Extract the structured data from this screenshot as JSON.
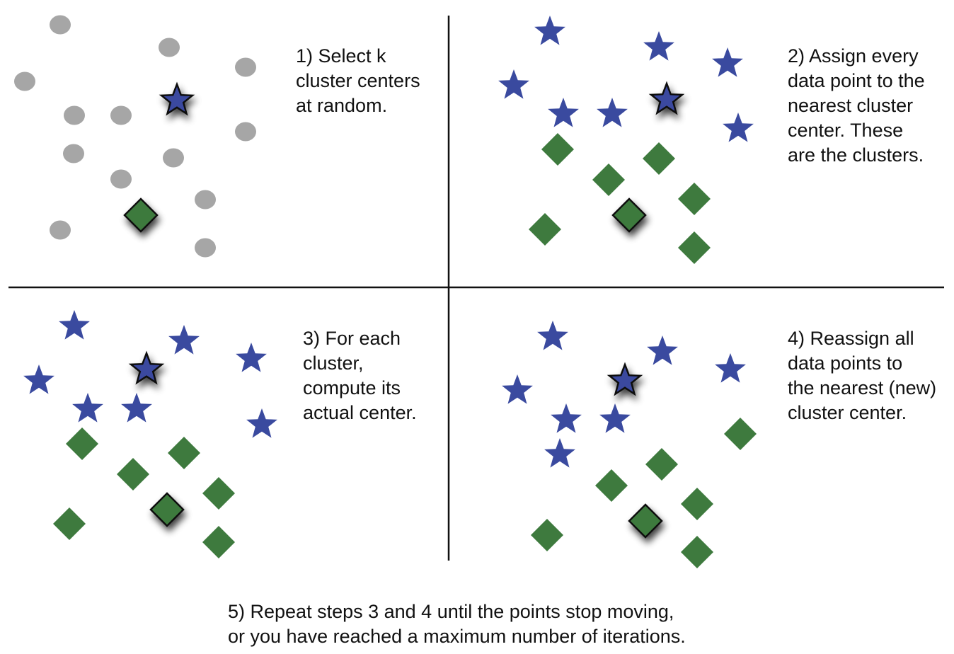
{
  "colors": {
    "background": "#ffffff",
    "unassigned_point": "#a6a6a6",
    "star_cluster": "#3a4a9f",
    "diamond_cluster": "#3e7a3e",
    "center_outline": "#111111",
    "divider": "#111111"
  },
  "icons": {
    "unassigned_point": "circle",
    "cluster_a_point": "star",
    "cluster_b_point": "diamond",
    "cluster_center": "outlined-shape-with-shadow"
  },
  "steps": [
    {
      "lines": [
        "1) Select k",
        "cluster centers",
        "at random."
      ]
    },
    {
      "lines": [
        "2) Assign every",
        "data point to the",
        "nearest cluster",
        "center. These",
        "are the clusters."
      ]
    },
    {
      "lines": [
        "3) For each",
        "cluster,",
        "compute its",
        "actual center."
      ]
    },
    {
      "lines": [
        "4) Reassign all",
        "data points to",
        "the nearest (new)",
        "cluster center."
      ]
    },
    {
      "lines": [
        "5) Repeat steps 3 and 4 until the points stop moving,",
        "or you have reached a maximum number of iterations."
      ]
    }
  ]
}
